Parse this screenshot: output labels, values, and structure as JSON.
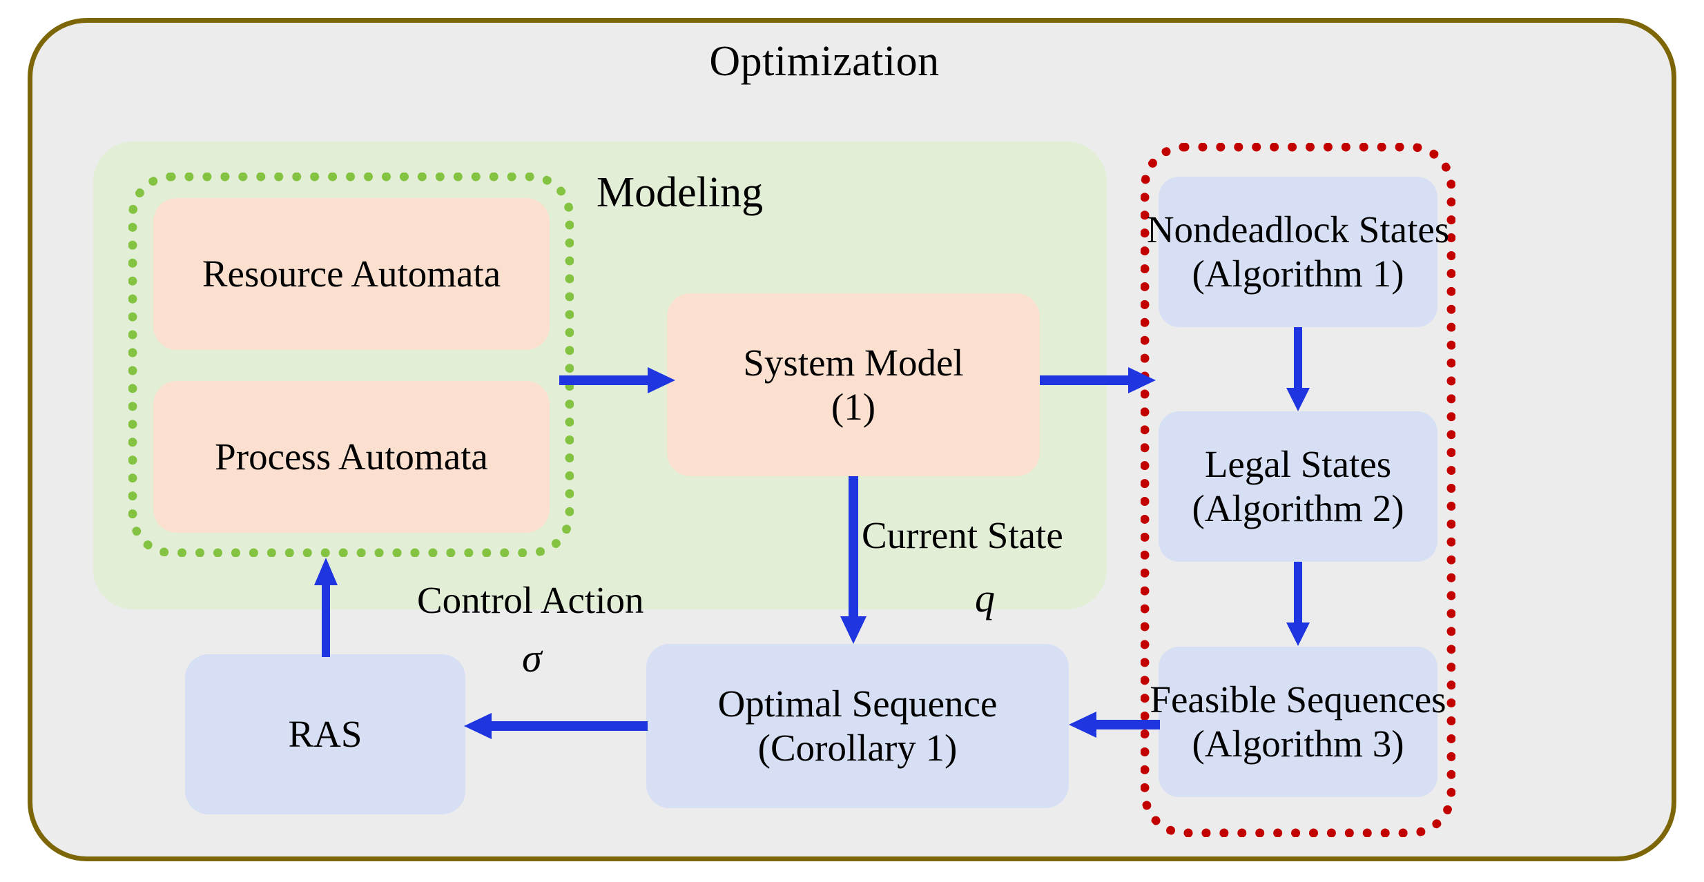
{
  "diagram": {
    "outer": {
      "title": "Optimization",
      "border_color": "#7d6608",
      "fill_color": "#ececec"
    },
    "modeling_region": {
      "title": "Modeling",
      "fill_color": "#e2eed5"
    },
    "automata_group": {
      "border_color": "#83c341",
      "border_style": "dotted"
    },
    "algorithms_group": {
      "border_color": "#c20000",
      "border_style": "dotted"
    },
    "nodes": {
      "resource_automata": {
        "line1": "Resource Automata",
        "fill": "#fbe0d0"
      },
      "process_automata": {
        "line1": "Process Automata",
        "fill": "#fbe0d0"
      },
      "system_model": {
        "line1": "System Model",
        "line2": "(1)",
        "fill": "#fbe0d0"
      },
      "nondeadlock_states": {
        "line1": "Nondeadlock States",
        "line2": "(Algorithm 1)",
        "fill": "#d6dff4"
      },
      "legal_states": {
        "line1": "Legal States",
        "line2": "(Algorithm 2)",
        "fill": "#d6dff4"
      },
      "feasible_sequences": {
        "line1": "Feasible Sequences",
        "line2": "(Algorithm 3)",
        "fill": "#d6dff4"
      },
      "optimal_sequence": {
        "line1": "Optimal Sequence",
        "line2": "(Corollary 1)",
        "fill": "#d6dff4"
      },
      "ras": {
        "line1": "RAS",
        "fill": "#d6dff4"
      }
    },
    "edge_labels": {
      "current_state": "Current State",
      "current_state_symbol": "q",
      "control_action": "Control Action",
      "control_action_symbol": "σ"
    },
    "arrow_color": "#1f35e0"
  }
}
